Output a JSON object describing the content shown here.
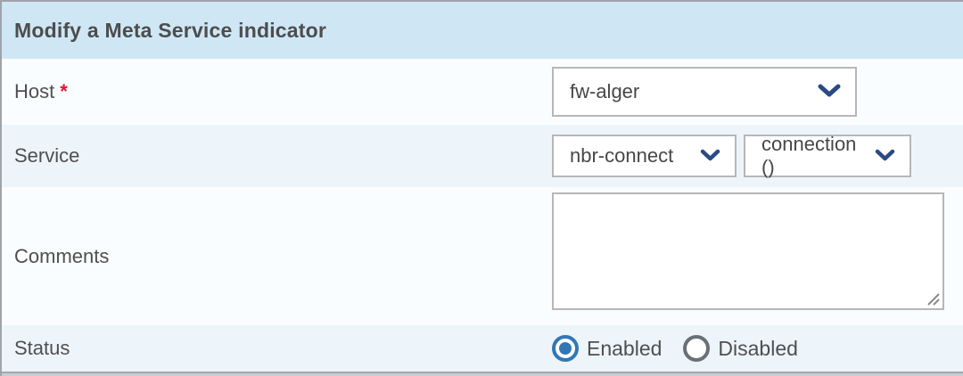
{
  "panel": {
    "title": "Modify a Meta Service indicator"
  },
  "fields": {
    "host": {
      "label": "Host",
      "required_marker": "*",
      "value": "fw-alger"
    },
    "service": {
      "label": "Service",
      "service_value": "nbr-connect",
      "metric_value": "connection ()"
    },
    "comments": {
      "label": "Comments",
      "value": "",
      "placeholder": ""
    },
    "status": {
      "label": "Status",
      "selected": "Enabled",
      "options": [
        {
          "label": "Enabled",
          "selected": true
        },
        {
          "label": "Disabled",
          "selected": false
        }
      ]
    }
  },
  "icons": {
    "chevron_down": "chevron-down",
    "resize_handle": "resize-handle"
  },
  "colors": {
    "header_bg": "#cfe7f5",
    "row_pale": "#fafdff",
    "row_blue": "#edf5fb",
    "panel_border": "#9fa4a8",
    "input_border": "#b7b7b7",
    "text": "#4f4f4f",
    "required_red": "#e8112d",
    "chevron_navy": "#2b4a85",
    "radio_blue": "#3277b5",
    "radio_gray": "#697076"
  }
}
